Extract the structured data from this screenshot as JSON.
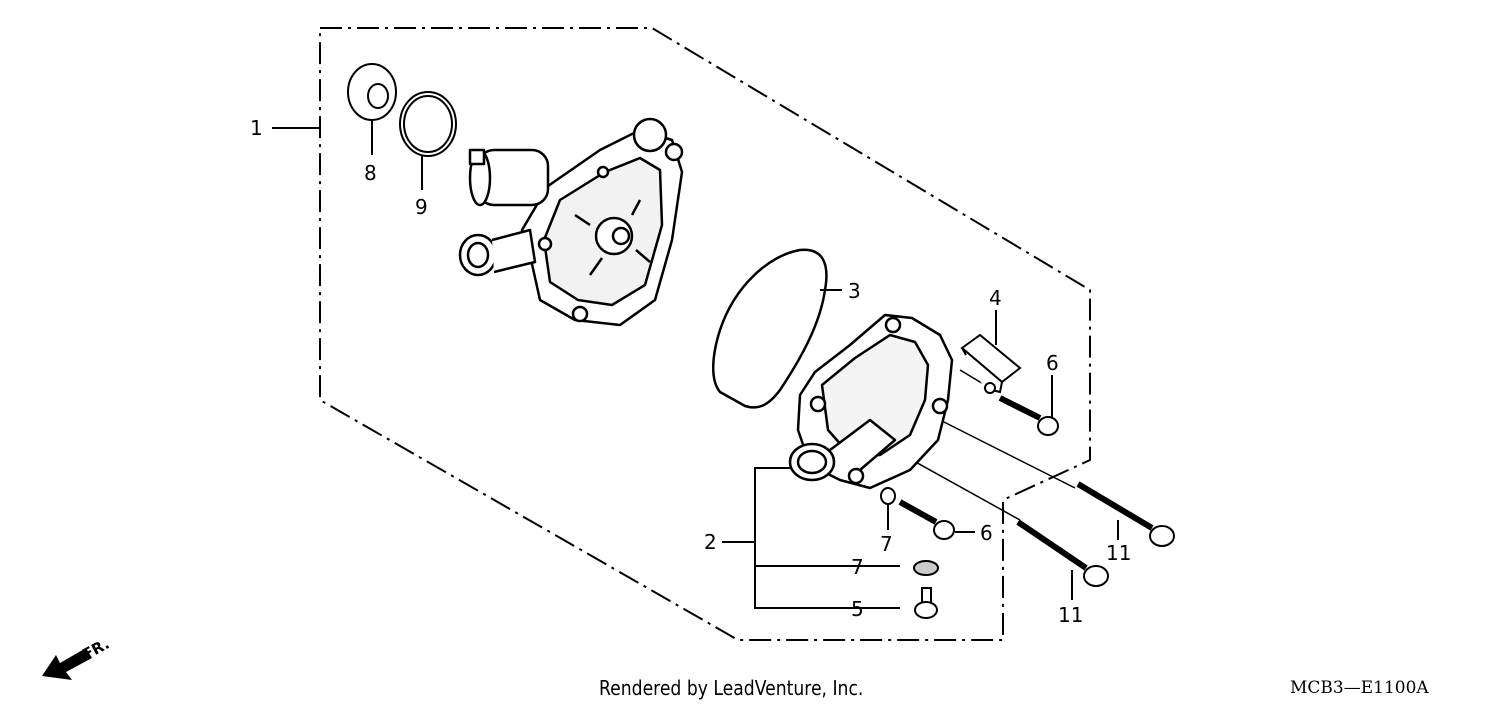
{
  "diagram": {
    "callouts": {
      "c1": "1",
      "c2": "2",
      "c3": "3",
      "c4": "4",
      "c5": "5",
      "c6a": "6",
      "c6b": "6",
      "c7a": "7",
      "c7b": "7",
      "c8": "8",
      "c9": "9",
      "c11a": "11",
      "c11b": "11"
    },
    "front_marker": "FR."
  },
  "footer": {
    "credit": "Rendered by LeadVenture, Inc.",
    "diagram_code": "MCB3—E1100A"
  }
}
